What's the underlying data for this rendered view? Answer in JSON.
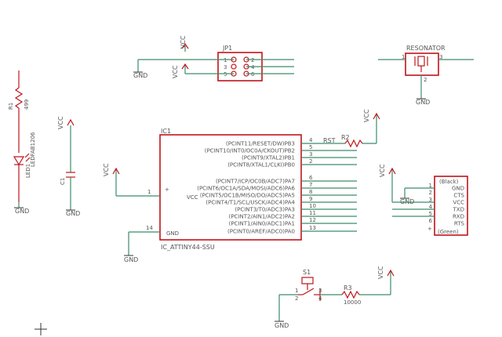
{
  "power": {
    "vcc": "VCC",
    "gnd": "GND"
  },
  "ic1": {
    "name": "IC1",
    "part": "IC_ATTINY44-SSU",
    "vcc_label": "VCC",
    "gnd_label": "GND",
    "vcc_pin": "1",
    "gnd_pin": "14",
    "pins": [
      {
        "label": "(PCINT11/RESET/DW)PB3",
        "num": "4"
      },
      {
        "label": "(PCINT10/INT0/OC0A/CKOUT)PB2",
        "num": "5"
      },
      {
        "label": "(PCINT9/XTAL2)PB1",
        "num": "3"
      },
      {
        "label": "(PCINT8/XTAL1/CLKI)PB0",
        "num": "2"
      },
      {
        "label": "(PCINT7/ICP/OC0B/ADC7)PA7",
        "num": "6"
      },
      {
        "label": "(PCINT6/OC1A/SDA/MOSI/ADC6)PA6",
        "num": "7"
      },
      {
        "label": "(PCINT5/OC1B/MISO/DO/ADC5)PA5",
        "num": "8"
      },
      {
        "label": "(PCINT4/T1/SCL/USCK/ADC4)PA4",
        "num": "9"
      },
      {
        "label": "(PCINT3/T0/ADC3)PA3",
        "num": "10"
      },
      {
        "label": "(PCINT2/AIN1/ADC2)PA2",
        "num": "11"
      },
      {
        "label": "(PCINT1/AIN0/ADC1)PA1",
        "num": "12"
      },
      {
        "label": "(PCINT0/AREF/ADC0)PA0",
        "num": "13"
      }
    ]
  },
  "jp1": {
    "name": "JP1",
    "pins": [
      "1",
      "2",
      "3",
      "4",
      "5",
      "6"
    ]
  },
  "resonator": {
    "name": "RESONATOR",
    "pins": [
      "1",
      "3",
      "2"
    ]
  },
  "r1": {
    "name": "R1",
    "value": "499"
  },
  "led": {
    "name": "LED1",
    "part": "LEDFAB1206"
  },
  "c1": {
    "name": "C1"
  },
  "r2": {
    "name": "R2",
    "net": "RST"
  },
  "ftdi": {
    "top": "(Black)",
    "bottom": "(Green)",
    "pins": [
      "GND",
      "CTS",
      "VCC",
      "TXD",
      "RXD",
      "RTS"
    ],
    "nums": [
      "1",
      "2",
      "3",
      "4",
      "5",
      "6"
    ]
  },
  "s1": {
    "name": "S1",
    "pins": [
      "1",
      "2",
      "3",
      "4"
    ]
  },
  "r3": {
    "name": "R3",
    "value": "10000"
  },
  "colors": {
    "wire": "#3a8d6a",
    "part": "#c0141c",
    "text": "#555555"
  }
}
